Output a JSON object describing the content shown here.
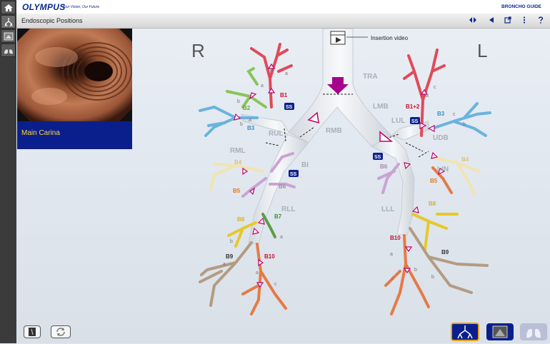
{
  "brand": {
    "logo": "OLYMPUS",
    "tagline": "Your Vision, Our Future",
    "app_title": "BRONCHO GUIDE"
  },
  "screen": {
    "title": "Endoscopic Positions"
  },
  "endoscope": {
    "position_label": "Main Carina"
  },
  "sides": {
    "right": "R",
    "left": "L"
  },
  "diagram": {
    "insertion_video": "Insertion video",
    "tra": "TRA",
    "rmb": "RMB",
    "lmb": "LMB",
    "rul": "RUL",
    "bi": "BI",
    "rml": "RML",
    "rll": "RLL",
    "lul": "LUL",
    "udb": "UDB",
    "lin": "LIN",
    "lll": "LLL",
    "b1": "B1",
    "b2": "B2",
    "b3": "B3",
    "b4": "B4",
    "b5": "B5",
    "b6": "B6",
    "b7": "B7",
    "b8": "B8",
    "b9": "B9",
    "b10": "B10",
    "b12": "B1+2",
    "lb3": "B3",
    "lb4": "B4",
    "lb5": "B5",
    "lb6": "B6",
    "lb8": "B8",
    "lb9": "B9",
    "lb10": "B10",
    "ss": "SS",
    "sub_a": "a",
    "sub_b": "b",
    "sub_c": "c"
  },
  "colors": {
    "accent": "#0b1f8c",
    "label_yellow": "#ffd83a",
    "magenta": "#a8008e"
  }
}
